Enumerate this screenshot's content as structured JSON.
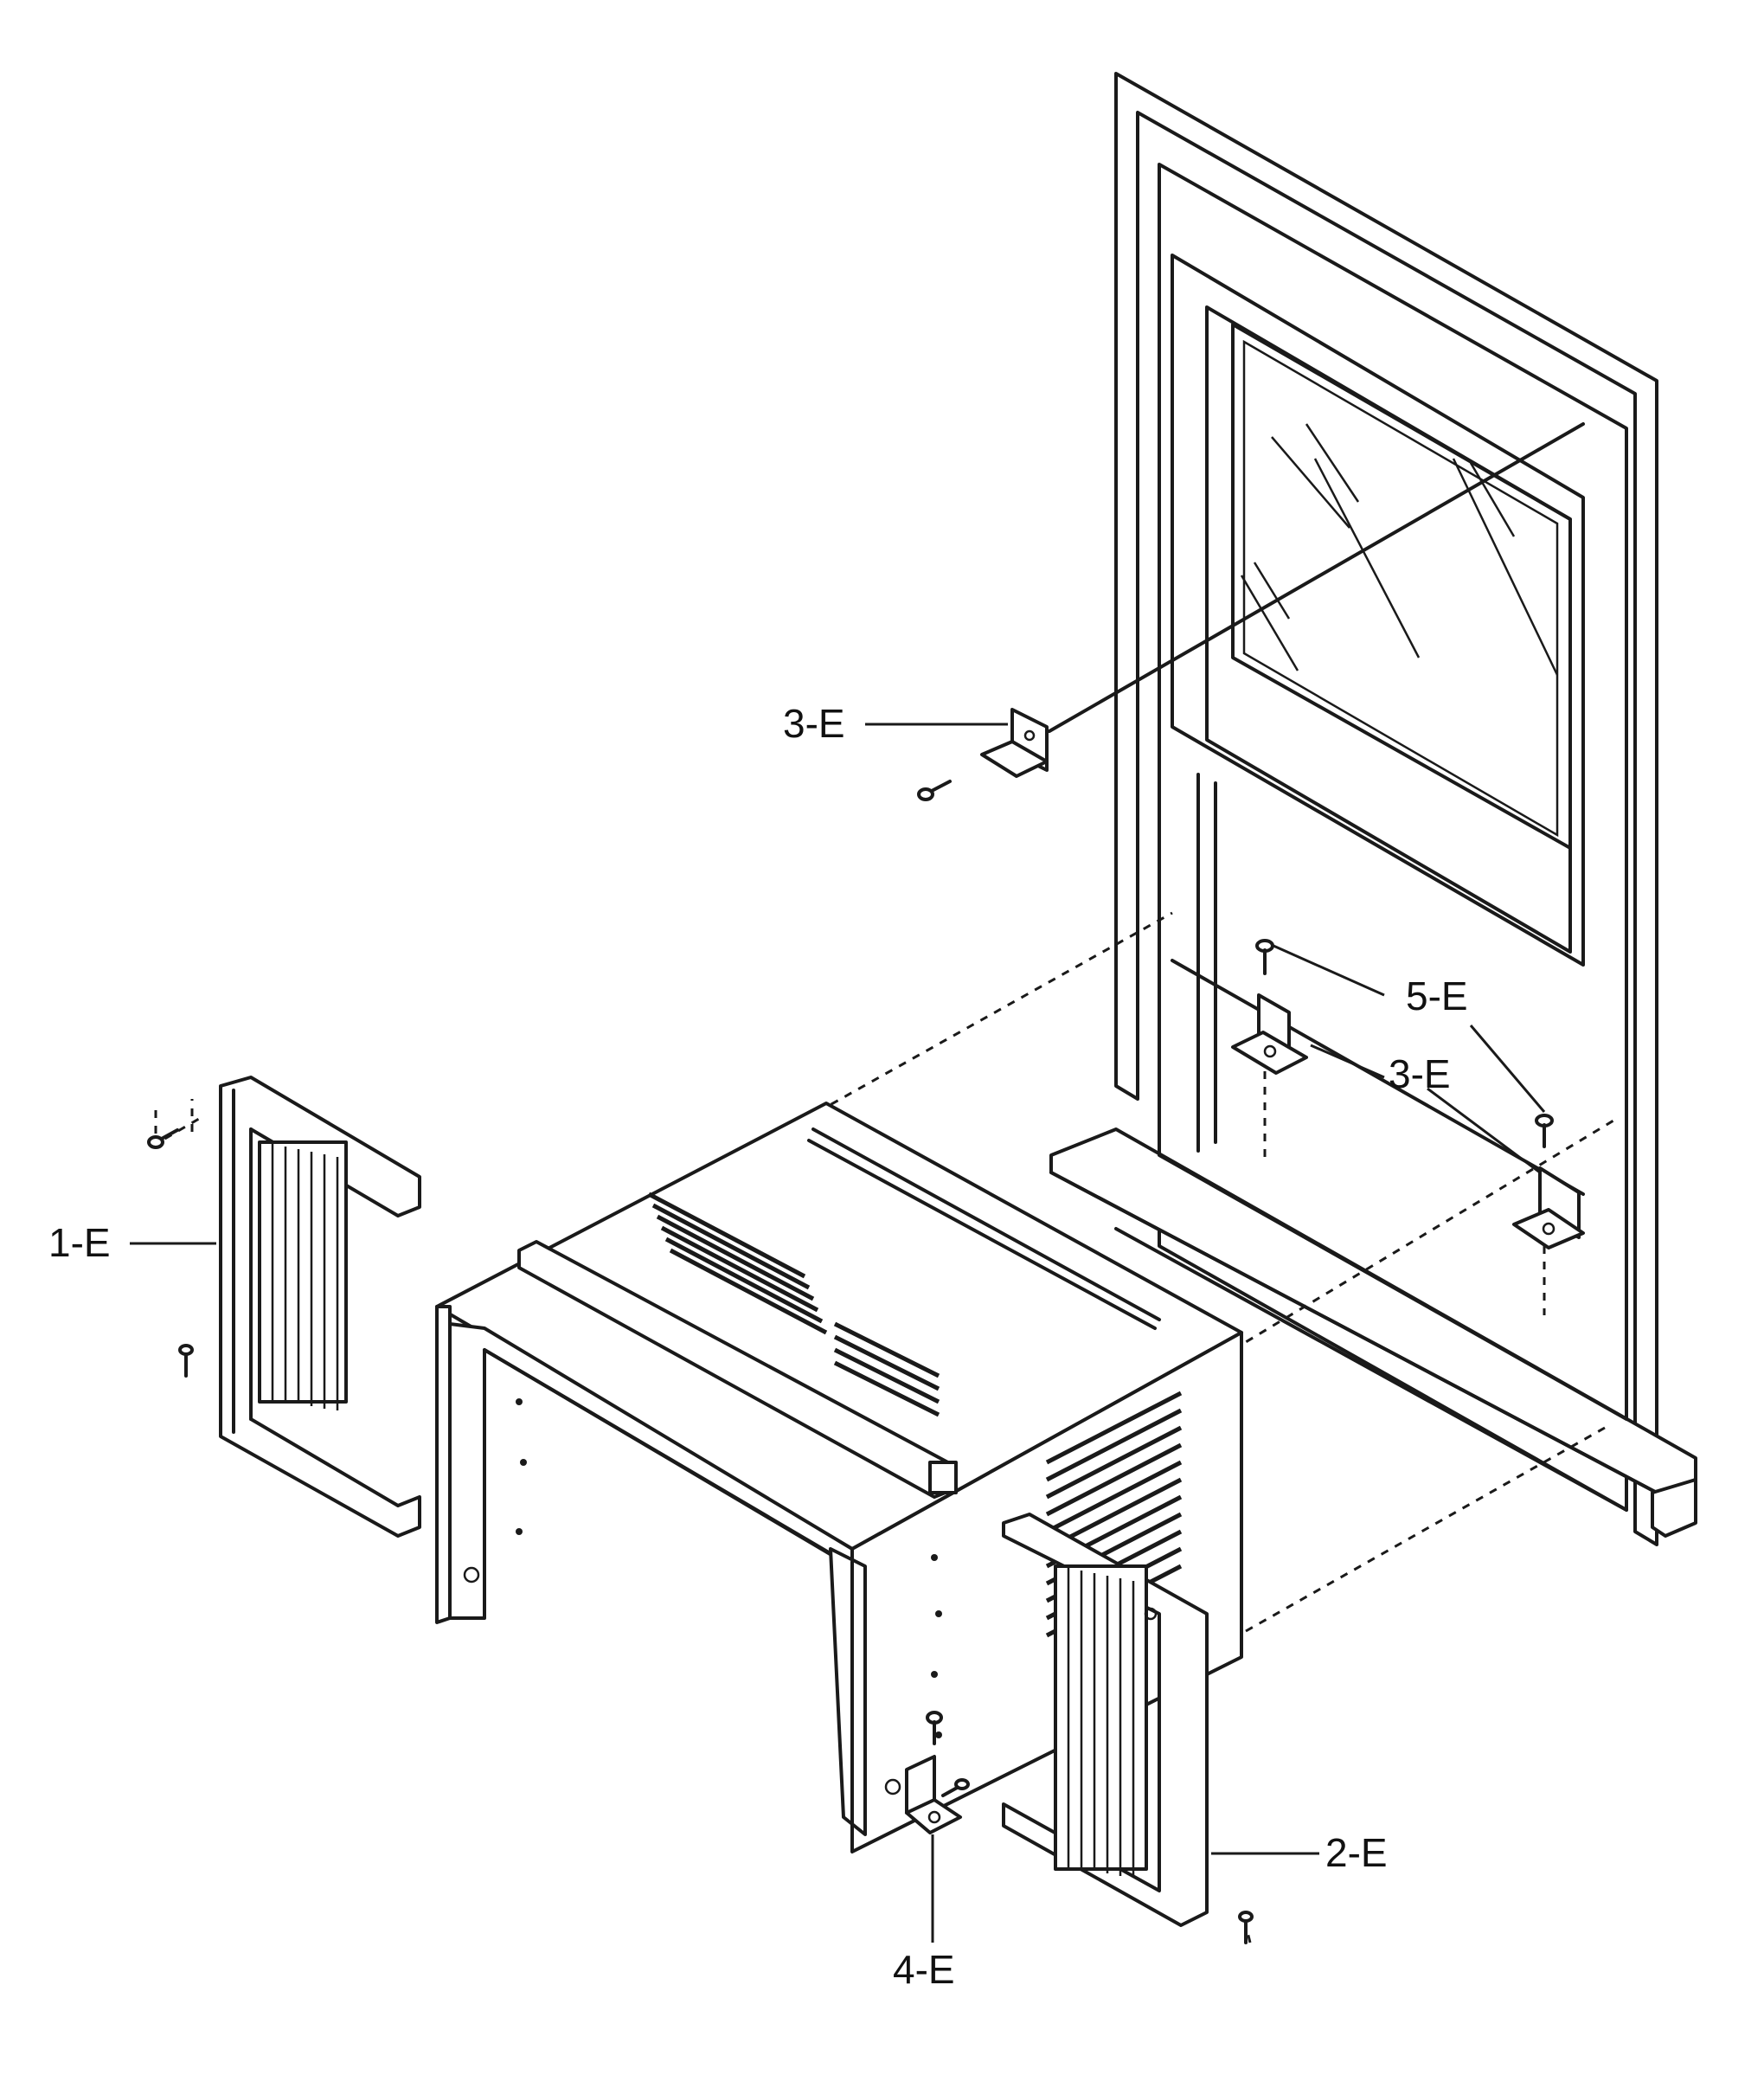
{
  "diagram": {
    "callouts": {
      "part_1e": "1-E",
      "part_2e": "2-E",
      "part_3e_upper": "3-E",
      "part_3e_lower": "3-E",
      "part_4e": "4-E",
      "part_5e": "5-E"
    },
    "colors": {
      "line": "#1a1a1a",
      "background": "#ffffff"
    }
  }
}
